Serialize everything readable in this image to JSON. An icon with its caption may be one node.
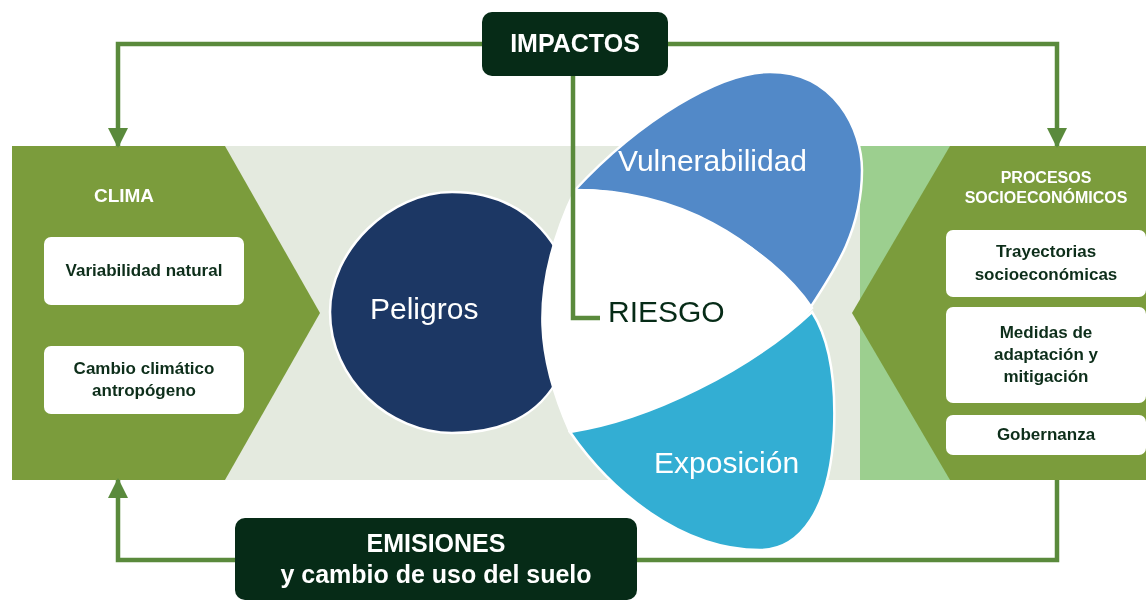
{
  "diagram": {
    "nodes": [
      {
        "text": [
          "IMPACTOS"
        ]
      },
      {
        "text": [
          "CLIMA"
        ]
      },
      {
        "text": [
          "Variabilidad natural"
        ],
        "in": 1
      },
      {
        "text": [
          "Cambio climático antropógeno"
        ],
        "in": 1
      },
      {
        "text": [
          "Peligros"
        ]
      },
      {
        "text": [
          "Vulnerabilidad"
        ]
      },
      {
        "text": [
          "RIESGO"
        ]
      },
      {
        "text": [
          "Exposición"
        ]
      },
      {
        "text": [
          "PROCESOS SOCIOECONÓMICOS"
        ]
      },
      {
        "text": [
          "Trayectorias socioeconómicas"
        ],
        "in": 8
      },
      {
        "text": [
          "Medidas de adaptación y mitigación"
        ],
        "in": 8
      },
      {
        "text": [
          "Gobernanza"
        ],
        "in": 8
      },
      {
        "text": [
          "EMISIONES",
          "y cambio de uso del suelo"
        ]
      }
    ],
    "edges": [
      {
        "from": 0,
        "to": 1,
        "arrow": "to"
      },
      {
        "from": 0,
        "to": 8,
        "arrow": "to"
      },
      {
        "from": 6,
        "to": 0,
        "arrow": "none"
      },
      {
        "from": 8,
        "to": 12,
        "arrow": "none"
      },
      {
        "from": 12,
        "to": 1,
        "arrow": "to"
      }
    ]
  }
}
